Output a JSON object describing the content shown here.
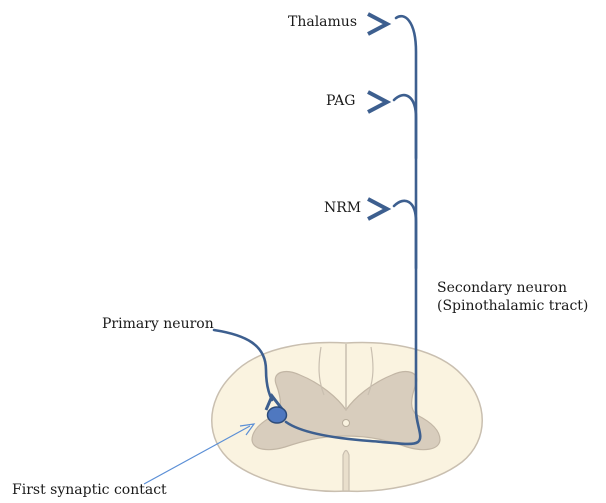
{
  "labels": {
    "thalamus": "Thalamus",
    "pag": "PAG",
    "nrm": "NRM",
    "secondary_line1": "Secondary neuron",
    "secondary_line2": "(Spinothalamic tract)",
    "primary": "Primary neuron",
    "synapse": "First synaptic contact"
  },
  "colors": {
    "neuron": "#3d5f8f",
    "neuron_body_fill": "#4f78c0",
    "white_matter": "#faf3e0",
    "gray_matter": "#d8cdbd",
    "cord_outline": "#c9bfb0",
    "pointer_arrow": "#5b8fd6"
  }
}
